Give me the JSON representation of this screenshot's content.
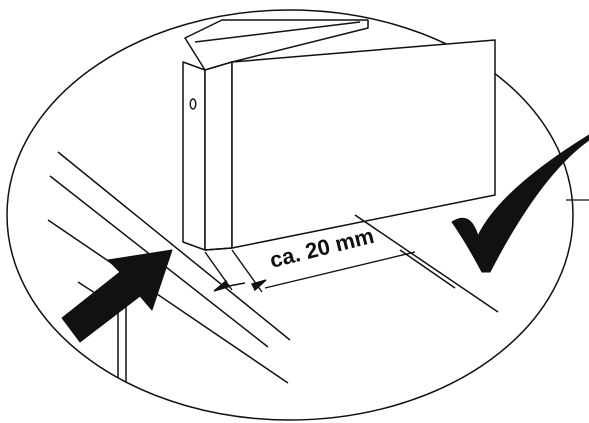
{
  "diagram": {
    "dimension_label": "ca. 20 mm",
    "correct_mark": "check-mark",
    "pointer": "arrow",
    "colors": {
      "line": "#111111",
      "fill": "#ffffff"
    }
  }
}
